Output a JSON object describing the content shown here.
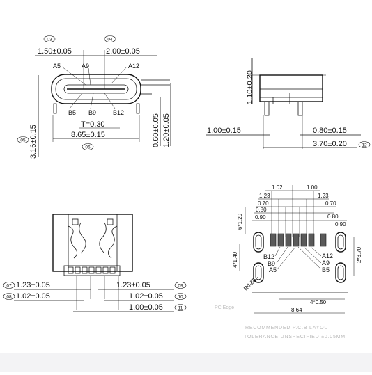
{
  "front_view": {
    "callouts": [
      "03",
      "04",
      "05",
      "06"
    ],
    "dims": {
      "top_left": "1.50±0.05",
      "top_right": "2.00±0.05",
      "height_total": "3.16±0.15",
      "width_body": "8.65±0.15",
      "thickness": "T=0.30",
      "right_inner": "0.60±0.05",
      "right_outer": "1.20±0.05"
    },
    "pins_top": [
      "A5",
      "A9",
      "A12"
    ],
    "pins_bottom": [
      "B5",
      "B9",
      "B12"
    ]
  },
  "side_view": {
    "callouts": [
      "12"
    ],
    "dims": {
      "top_height": "1.10±0.20",
      "left_lead": "1.00±0.15",
      "right_lead": "0.80±0.15",
      "total_length": "3.70±0.20"
    }
  },
  "bottom_view": {
    "callouts": [
      "07",
      "08",
      "09",
      "10",
      "11"
    ],
    "dims": {
      "left_1": "1.23±0.05",
      "left_2": "1.02±0.05",
      "right_1": "1.23±0.05",
      "right_2": "1.02±0.05",
      "right_3": "1.00±0.05"
    }
  },
  "pcb_layout": {
    "dims": {
      "left_stack": [
        "1.02",
        "1.23",
        "0.70",
        "0.80",
        "0.90"
      ],
      "right_stack": [
        "1.00",
        "1.23",
        "0.70",
        "0.80",
        "0.90"
      ],
      "slot_top": "6*1.20",
      "slot_side": "4*1.40",
      "slot_right": "2*3.70",
      "radius": "R0.25",
      "pitch": "4*0.50",
      "width": "8.64"
    },
    "pins_left": [
      "B12",
      "B9",
      "A5"
    ],
    "pins_right": [
      "A12",
      "A9",
      "B5"
    ],
    "pc_edge": "PC Edge",
    "note_line1": "RECOMMENDED P.C.B LAYOUT",
    "note_line2": "TOLERANCE UNSPECIFIED ±0.05MM"
  }
}
